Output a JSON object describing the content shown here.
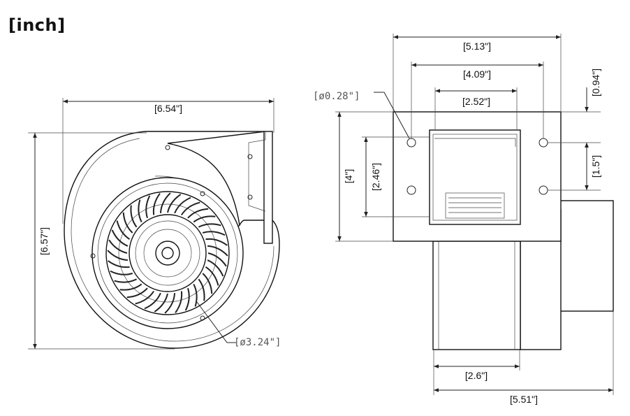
{
  "unit_label": "[inch]",
  "dimensions": {
    "width_side": "[6.54\"]",
    "height_side": "[6.57\"]",
    "wheel_diameter": "[ø3.24\"]",
    "flange_width": "[5.13\"]",
    "hole_spacing": "[4.09\"]",
    "outlet_width": "[2.52\"]",
    "hole_diameter": "[ø0.28\"]",
    "top_offset": "[0.94\"]",
    "hole_vertical": "[1.5\"]",
    "flange_height": "[4\"]",
    "outlet_height": "[2.46\"]",
    "housing_width": "[2.6\"]",
    "total_depth": "[5.51\"]"
  }
}
